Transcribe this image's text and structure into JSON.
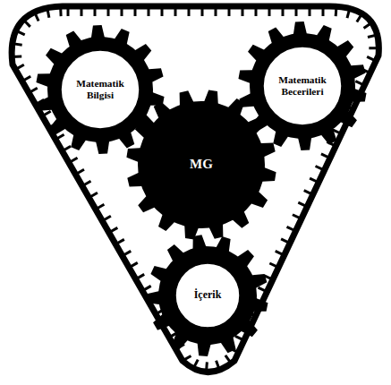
{
  "diagram": {
    "nodes": [
      {
        "text": [
          "Matematik Bilgisi"
        ]
      },
      {
        "text": [
          "Matematik Becerileri"
        ]
      },
      {
        "text": [
          "MG"
        ]
      },
      {
        "text": [
          "İçerik"
        ]
      }
    ]
  }
}
